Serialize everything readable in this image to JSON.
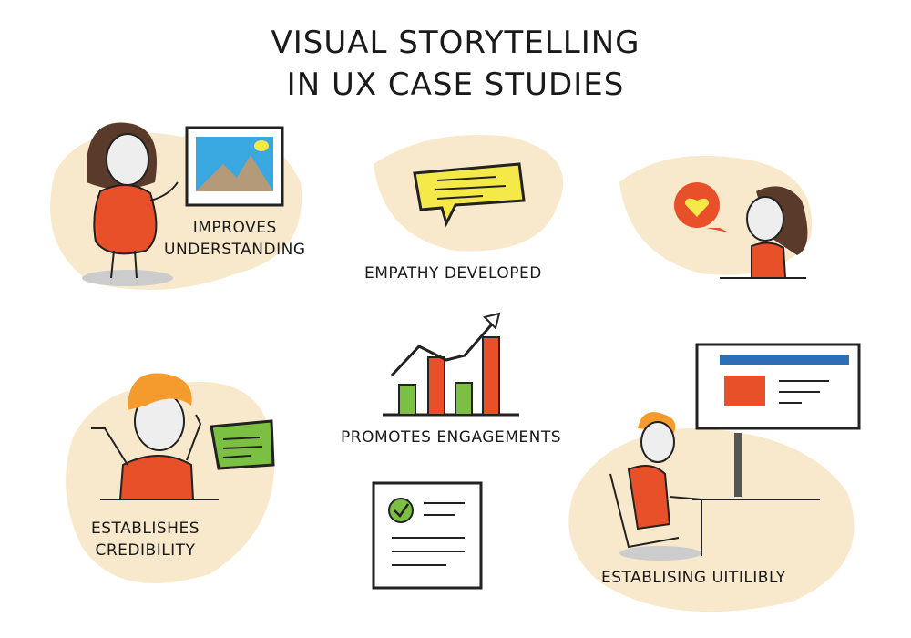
{
  "title": {
    "line1": "VISUAL STORYTELLING",
    "line2": "IN UX CASE STUDIES"
  },
  "items": [
    {
      "label_lines": [
        "IMPROVES",
        "UNDERSTANDING"
      ]
    },
    {
      "label_lines": [
        "EMPATHY DEVELOPED"
      ]
    },
    {
      "label_lines": [
        "ESTABLISHES",
        "CREDIBILITY"
      ]
    },
    {
      "label_lines": [
        "PROMOTES ENGAGEMENTS"
      ]
    },
    {
      "label_lines": [
        "ESTABLISING UITILIBLY"
      ]
    }
  ],
  "colors": {
    "blob": "#f9e9cc",
    "accent_red": "#e8502a",
    "green": "#7bc043",
    "yellow": "#f5e94a",
    "blue": "#2c6fb7",
    "hair_orange": "#f59a2c"
  }
}
